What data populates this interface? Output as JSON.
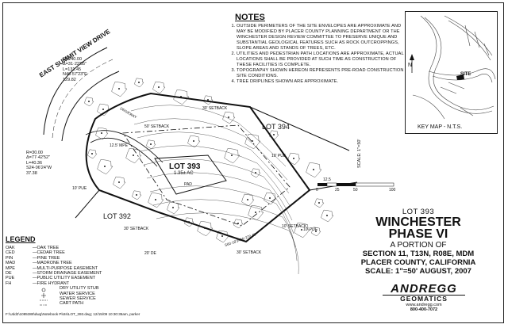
{
  "notes": {
    "title": "NOTES",
    "items": [
      "OUTSIDE PERIMETERS OF THE SITE ENVELOPES ARE APPROXIMATE AND MAY BE MODIFIED BY PLACER COUNTY PLANNING DEPARTMENT OR THE WINCHESTER DESIGN REVIEW COMMITTEE TO PRESERVE UNIQUE AND SUBSTANTIAL GEOLOGICAL FEATURES SUCH AS ROCK OUTCROPPINGS, SLOPE AREAS AND STANDS OF TREES, ETC.",
      "UTILITIES AND PEDESTRIAN PATH LOCATIONS ARE APPROXIMATE, ACTUAL LOCATIONS SHALL BE PROVIDED AT SUCH TIME AS CONSTRUCTION OF THESE FACILITIES IS COMPLETE.",
      "TOPOGRAPHY SHOWN HEREON REPRESENTS PRE-ROAD CONSTRUCTION SITE CONDITIONS.",
      "TREE DRIPLINES SHOWN ARE APPROXIMATE."
    ]
  },
  "key_map": {
    "label": "KEY MAP - N.T.S.",
    "site_label": "SITE",
    "north": "N"
  },
  "curve_data": {
    "top": [
      "R=240.00",
      "Δ=31·22'55\"",
      "L=131.45",
      "N46·57'23\"E",
      "129.82"
    ],
    "left": [
      "R=30.00",
      "Δ=77·42'52\"",
      "L=40.36",
      "S24·06'24\"W",
      "37.38"
    ]
  },
  "plan": {
    "street": "EAST SUMMIT VIEW DRIVE",
    "lot_main": "LOT 393",
    "lot_area": "1.35± AC",
    "pad": "PAD",
    "lot_394": "LOT 394",
    "lot_392": "LOT 392",
    "setback_30_top": "30' SETBACK",
    "setback_30_left": "30' SETBACK",
    "setback_30_bottom": "30' SETBACK",
    "setback_50": "50' SETBACK",
    "setback_10": "10' SETBACK",
    "pue_10_left": "10' PUE",
    "pue_10_right": "10' PUE",
    "pue_10_bottom": "10' PUE",
    "mpe_12": "12.5' MPE",
    "de_20": "20' DE",
    "driveway": "DRIVEWAY",
    "bearing_bottom": "S60·18'34\"W 270.45'"
  },
  "scale_bar": {
    "label": "SCALE: 1\"=50'",
    "ticks": [
      "0",
      "12.5",
      "25",
      "50",
      "100"
    ]
  },
  "legend": {
    "title": "LEGEND",
    "rows": [
      {
        "code": "OAK",
        "desc": "OAK TREE"
      },
      {
        "code": "CED",
        "desc": "CEDAR TREE"
      },
      {
        "code": "PIN",
        "desc": "PINE TREE"
      },
      {
        "code": "MAD",
        "desc": "MADRONE TREE"
      },
      {
        "code": "MPE",
        "desc": "MULTI-PURPOSE EASEMENT"
      },
      {
        "code": "DE",
        "desc": "STORM DRAINAGE EASEMENT"
      },
      {
        "code": "PUE",
        "desc": "PUBLIC UTILITY EASEMENT"
      },
      {
        "code": "FH",
        "desc": "FIRE HYDRANT"
      },
      {
        "code": "",
        "desc": "DRY UTILITY STUB"
      },
      {
        "code": "",
        "desc": "WATER SERVICE"
      },
      {
        "code": "",
        "desc": "SEWER SERVICE"
      },
      {
        "code": "",
        "desc": "CART PATH"
      }
    ]
  },
  "file_path": "F:\\Udd2\\1085388\\dwg\\Notebook Plots\\LOT_393.dwg; 12/15/09 10:30:35am, parker",
  "title_block": {
    "lot": "LOT 393",
    "name": "WINCHESTER",
    "phase": "PHASE VI",
    "portion": "A PORTION OF",
    "section": "SECTION 11, T13N, R08E, MDM",
    "county": "PLACER COUNTY, CALIFORNIA",
    "scale_date": "SCALE: 1\"=50' AUGUST, 2007"
  },
  "company": {
    "name": "ANDREGG",
    "sub": "GEOMATICS",
    "web": "www.andregg.com",
    "phone": "800-400-7072"
  }
}
